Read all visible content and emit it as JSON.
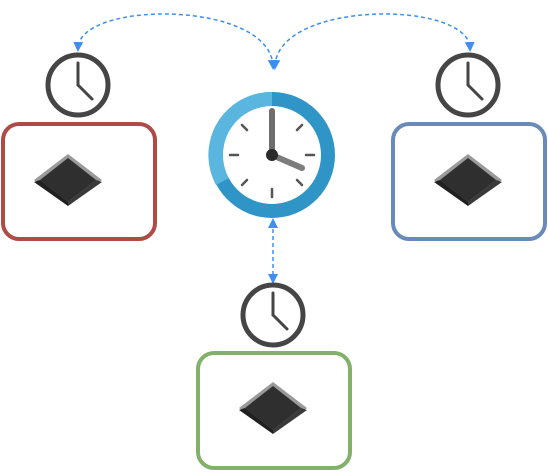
{
  "diagram": {
    "master_clock": {
      "icon": "wall-clock-icon",
      "ring_color_light": "#5ab6de",
      "ring_color_dark": "#2f95c7",
      "face_color": "#ffffff",
      "hand_color_minute": "#6e6e6e",
      "hand_color_hour": "#7c7c7c"
    },
    "arrow_color": "#3d8ff0",
    "nodes": [
      {
        "id": "left",
        "border_color": "#b04a47",
        "icon": "microchip-icon",
        "clock_icon": "clock-icon"
      },
      {
        "id": "right",
        "border_color": "#6a8bb8",
        "icon": "microchip-icon",
        "clock_icon": "clock-icon"
      },
      {
        "id": "bottom",
        "border_color": "#83b06a",
        "icon": "microchip-icon",
        "clock_icon": "clock-icon"
      }
    ],
    "local_clock_color": "#454545",
    "chip_color": "#2f2f2f",
    "chip_pin_color": "#9a9a9a"
  }
}
